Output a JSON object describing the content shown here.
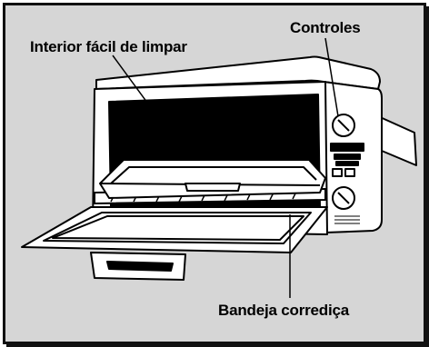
{
  "labels": {
    "interior": "Interior fácil de limpar",
    "controls": "Controles",
    "tray": "Bandeja corrediça"
  },
  "colors": {
    "background": "#d6d6d6",
    "outline": "#000000",
    "oven_body": "#ffffff",
    "oven_interior": "#000000"
  }
}
